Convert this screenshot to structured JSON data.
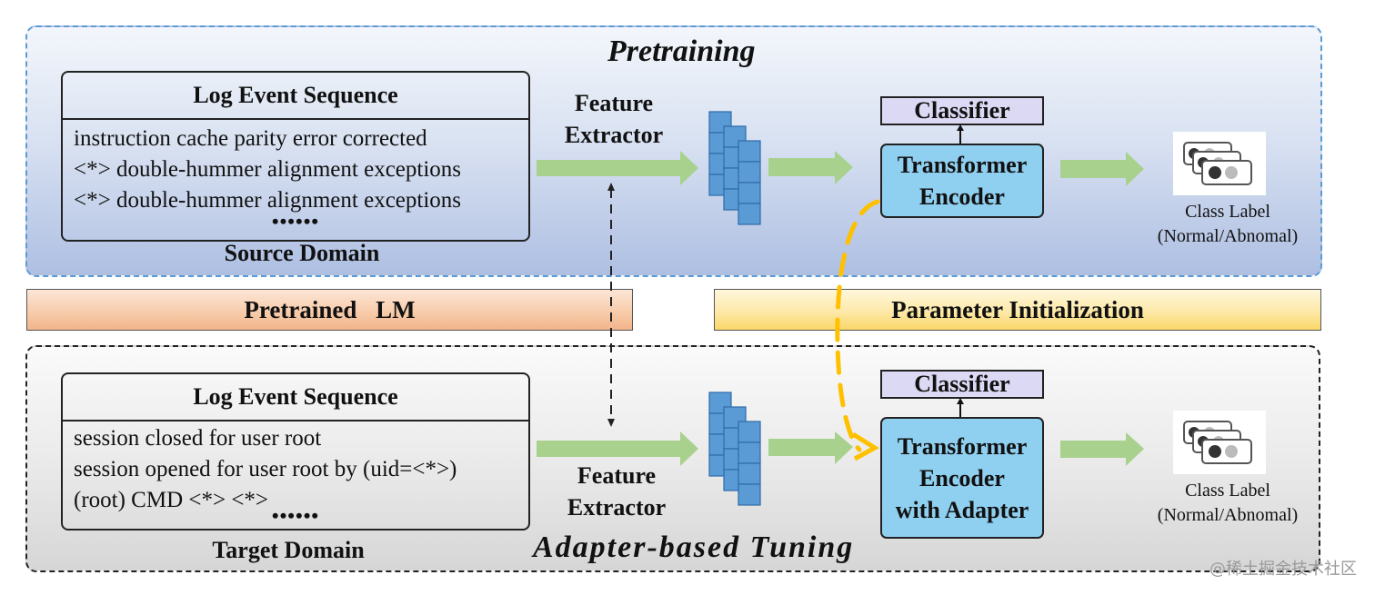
{
  "pretraining": {
    "title": "Pretraining",
    "log_box": {
      "header": "Log Event Sequence",
      "lines": [
        "instruction cache parity error corrected",
        "<*> double-hummer alignment exceptions",
        "<*> double-hummer alignment exceptions"
      ],
      "ellipsis": "••••••"
    },
    "domain_label": "Source Domain",
    "feature_extractor": [
      "Feature",
      "Extractor"
    ],
    "classifier": "Classifier",
    "encoder": [
      "Transformer",
      "Encoder"
    ],
    "class_label": [
      "Class Label",
      "(Normal/Abnomal)"
    ],
    "icon": "class-label-cards-icon"
  },
  "middle": {
    "pretrained_lm": "Pretrained LM",
    "parameter_init": "Parameter Initialization"
  },
  "tuning": {
    "title": "Adapter-based Tuning",
    "log_box": {
      "header": "Log Event Sequence",
      "lines": [
        "session closed for user root",
        "session opened for user root by (uid=<*>)",
        "(root) CMD <*> <*>"
      ],
      "ellipsis": "••••••"
    },
    "domain_label": "Target Domain",
    "feature_extractor": [
      "Feature",
      "Extractor"
    ],
    "classifier": "Classifier",
    "encoder": [
      "Transformer",
      "Encoder",
      "with Adapter"
    ],
    "class_label": [
      "Class Label",
      "(Normal/Abnomal)"
    ],
    "icon": "class-label-cards-icon"
  },
  "colors": {
    "arrow_green": "#a9d18e",
    "feature_block_blue": "#5b9bd5",
    "encoder_blue": "#8fcff0",
    "classifier_lavender": "#dcd9f4",
    "param_transfer_orange": "#ffc000",
    "top_panel_border": "#5b9bd5"
  },
  "watermark": "@稀土掘金技术社区"
}
